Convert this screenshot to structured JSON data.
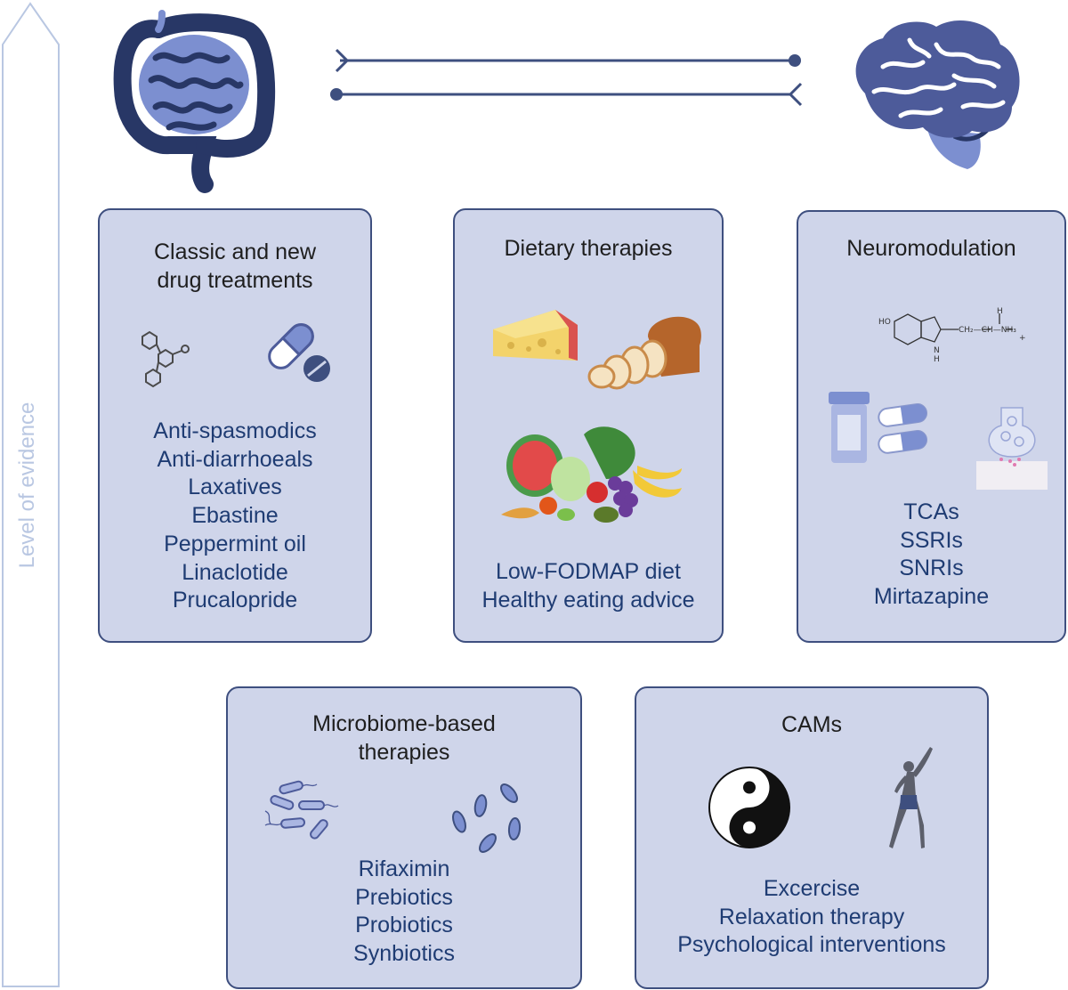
{
  "axis": {
    "label": "Level of evidence"
  },
  "boxes": {
    "drugs": {
      "title": [
        "Classic and new",
        "drug treatments"
      ],
      "items": [
        "Anti-spasmodics",
        "Anti-diarrhoeals",
        "Laxatives",
        "Ebastine",
        "Peppermint oil",
        "Linaclotide",
        "Prucalopride"
      ]
    },
    "diet": {
      "title": [
        "Dietary therapies"
      ],
      "items": [
        "Low-FODMAP diet",
        "Healthy eating advice"
      ]
    },
    "neuro": {
      "title": [
        "Neuromodulation"
      ],
      "items": [
        "TCAs",
        "SSRIs",
        "SNRIs",
        "Mirtazapine"
      ],
      "molecule_labels": {
        "ho": "HO",
        "h_top": "H",
        "chain": "CH₂—CH—NH₃",
        "plus": "+",
        "nh_n": "N",
        "nh_h": "H"
      }
    },
    "microbiome": {
      "title": [
        "Microbiome-based",
        "therapies"
      ],
      "items": [
        "Rifaximin",
        "Prebiotics",
        "Probiotics",
        "Synbiotics"
      ]
    },
    "cams": {
      "title": [
        "CAMs"
      ],
      "items": [
        "Excercise",
        "Relaxation therapy",
        "Psychological interventions"
      ]
    }
  },
  "colors": {
    "box_fill": "#cfd5ea",
    "box_border": "#3e4f7f",
    "item_text": "#1f3c73",
    "organ_dark": "#283766",
    "organ_light": "#7c8fd0",
    "arrow_outline": "#b9c7e2"
  },
  "icons": [
    "gut-icon",
    "brain-icon",
    "molecule-icon",
    "capsule-icon",
    "tablet-icon",
    "cheese-icon",
    "bread-icon",
    "fruit-vegetables-icon",
    "serotonin-structure-icon",
    "pill-bottle-icon",
    "synapse-icon",
    "bacteria-icon",
    "yin-yang-icon",
    "exercising-woman-icon"
  ]
}
